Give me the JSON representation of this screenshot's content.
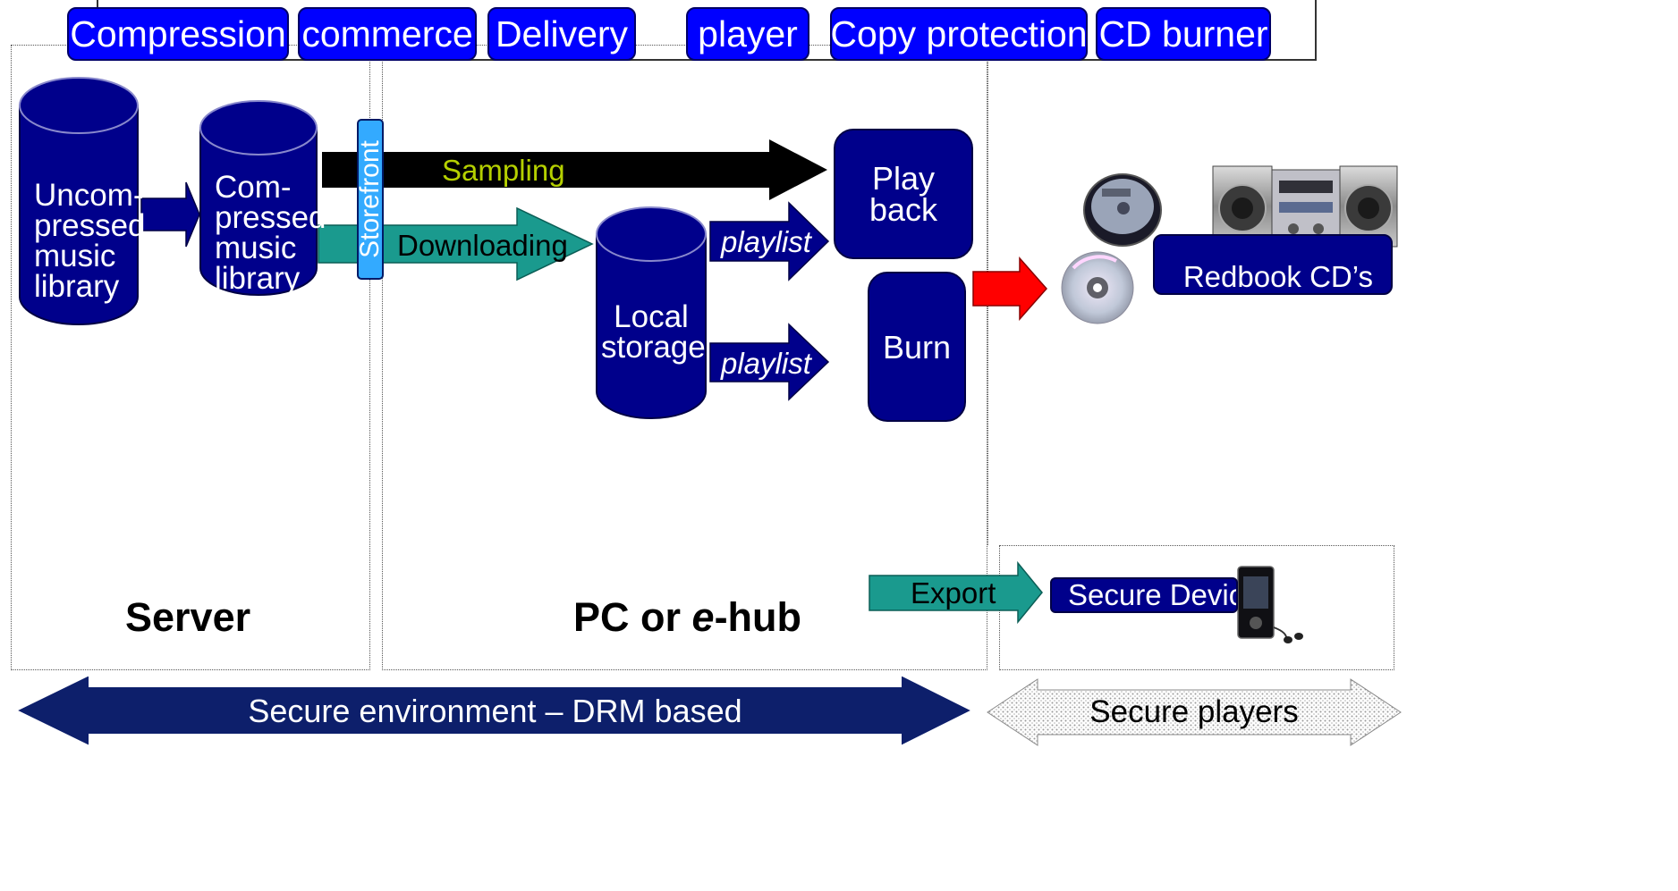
{
  "top_bar": {
    "items": [
      "Compression",
      "commerce",
      "Delivery",
      "player",
      "Copy protection",
      "CD burner"
    ]
  },
  "server": {
    "uncompressed_label": "Uncom-\npressed\nmusic\nlibrary",
    "compressed_label": "Com-\npressed\nmusic\nlibrary",
    "storefront_label": "Storefront",
    "region_label": "Server"
  },
  "pc": {
    "sampling_label": "Sampling",
    "downloading_label": "Downloading",
    "local_storage_label": "Local\nstorage",
    "playlist_top": "playlist",
    "playlist_bottom": "playlist",
    "playback_label": "Play\nback",
    "burn_label": "Burn",
    "export_label": "Export",
    "region_label_prefix": "PC or ",
    "region_label_italic": "e",
    "region_label_suffix": "-hub"
  },
  "players": {
    "redbook_label": "Redbook CD’s",
    "secure_device_label": "Secure Device"
  },
  "bottom": {
    "secure_env_label": "Secure environment – DRM based",
    "secure_players_label": "Secure players"
  },
  "colors": {
    "pill_blue": "#0000ff",
    "block_navy": "#00008b",
    "teal": "#1a9a8e",
    "sampling_text": "#b5d000",
    "red_arrow": "#ff0000",
    "storefront_sky": "#33aaff",
    "bottom_arrow": "#0d1f6b"
  },
  "icons": {
    "cd_player": "portable-cd-player-icon",
    "cd_disc": "cd-disc-icon",
    "stereo": "stereo-system-icon",
    "mp3_player": "mp3-player-icon"
  }
}
